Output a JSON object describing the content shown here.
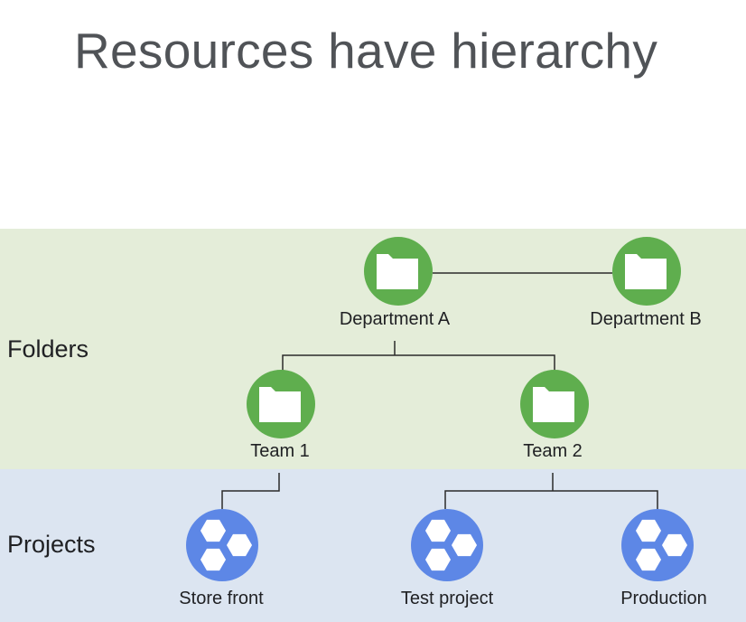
{
  "title": "Resources have hierarchy",
  "bands": {
    "folders_label": "Folders",
    "projects_label": "Projects"
  },
  "nodes": {
    "department_a": {
      "label": "Department A",
      "kind": "folder-icon"
    },
    "department_b": {
      "label": "Department B",
      "kind": "folder-icon"
    },
    "team_1": {
      "label": "Team 1",
      "kind": "folder-icon"
    },
    "team_2": {
      "label": "Team 2",
      "kind": "folder-icon"
    },
    "store_front": {
      "label": "Store front",
      "kind": "project-hexagon-icon"
    },
    "test_project": {
      "label": "Test project",
      "kind": "project-hexagon-icon"
    },
    "production": {
      "label": "Production",
      "kind": "project-hexagon-icon"
    }
  },
  "colors": {
    "folder_band": "#e4edd9",
    "project_band": "#dce5f1",
    "folder_node": "#5fae4e",
    "project_node": "#5d87e6",
    "connector": "#2b2b2b"
  }
}
